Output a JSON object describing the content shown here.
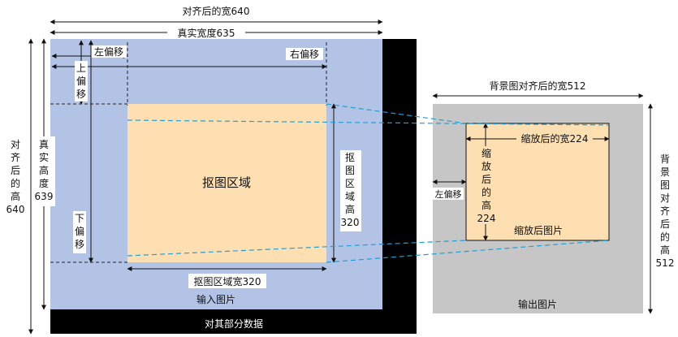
{
  "labels": {
    "aligned_width_640": "对齐后的宽640",
    "real_width_635": "真实宽度635",
    "left_offset": "左偏移",
    "right_offset": "右偏移",
    "top_offset_chars": [
      "上",
      "偏",
      "移"
    ],
    "bottom_offset_chars": [
      "下",
      "偏",
      "移"
    ],
    "aligned_height_chars": [
      "对",
      "齐",
      "后",
      "的",
      "高"
    ],
    "aligned_height_value": "640",
    "real_height_chars": [
      "真",
      "实",
      "高",
      "度"
    ],
    "real_height_value": "639",
    "crop_region": "抠图区域",
    "crop_height_chars": [
      "抠",
      "图",
      "区",
      "域",
      "高"
    ],
    "crop_height_value": "320",
    "crop_width": "抠图区域宽320",
    "input_image": "输入图片",
    "padding_data": "对其部分数据",
    "bg_aligned_width": "背景图对齐后的宽512",
    "scaled_width": "缩放后的宽224",
    "scaled_height_chars": [
      "缩",
      "放",
      "后",
      "的",
      "高"
    ],
    "scaled_height_value": "224",
    "out_left_offset": "左偏移",
    "scaled_image": "缩放后图片",
    "output_image": "输出图片",
    "bg_height_chars": [
      "背",
      "景",
      "图",
      "对",
      "齐",
      "后",
      "的",
      "高"
    ],
    "bg_height_value": "512"
  },
  "colors": {
    "input_fill": "#b3c3e6",
    "crop_fill": "#fddfb2",
    "padding_fill": "#000000",
    "output_fill": "#c6c6c6",
    "dashed_link": "#1e9fd6",
    "line": "#111111"
  }
}
